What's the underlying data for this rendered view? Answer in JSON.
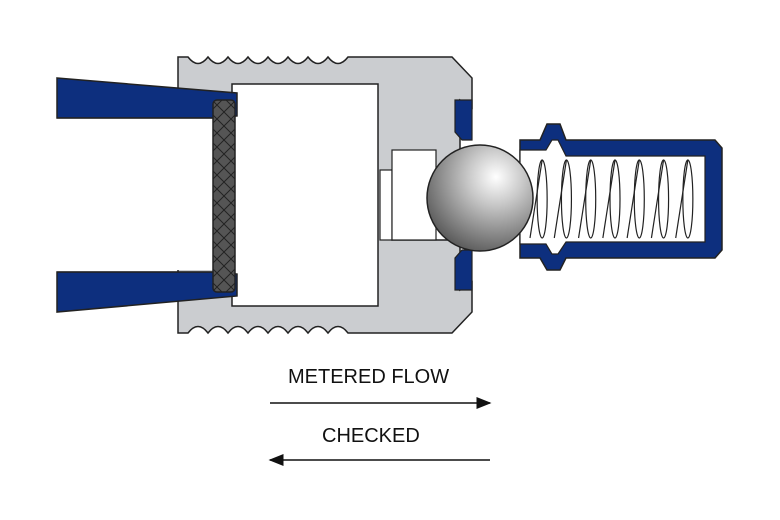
{
  "labels": {
    "metered_flow": "METERED FLOW",
    "checked": "CHECKED"
  },
  "colors": {
    "blue": "#0d2f7e",
    "body_gray": "#cbcdd0",
    "outline": "#222222",
    "seal_dark": "#555555",
    "background": "#ffffff"
  },
  "components": [
    "tube",
    "seal-ring",
    "valve-body",
    "check-ball",
    "spring",
    "spring-housing",
    "direction-arrows"
  ]
}
